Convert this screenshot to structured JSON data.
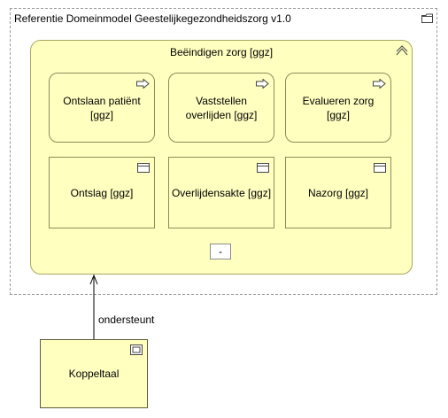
{
  "group": {
    "title": "Referentie Domeinmodel Geestelijkegezondheidszorg v1.0",
    "icon": "folder-icon"
  },
  "service": {
    "title": "Beëindigen zorg [ggz]",
    "icon": "service-icon"
  },
  "processes": [
    {
      "label": "Ontslaan patiënt [ggz]",
      "icon": "process-arrow-icon"
    },
    {
      "label": "Vaststellen overlijden [ggz]",
      "icon": "process-arrow-icon"
    },
    {
      "label": "Evalueren zorg [ggz]",
      "icon": "process-arrow-icon"
    }
  ],
  "objects": [
    {
      "label": "Ontslag [ggz]",
      "icon": "business-object-icon"
    },
    {
      "label": "Overlijdensakte [ggz]",
      "icon": "business-object-icon"
    },
    {
      "label": "Nazorg [ggz]",
      "icon": "business-object-icon"
    }
  ],
  "collapse_label": "-",
  "component": {
    "label": "Koppeltaal",
    "icon": "component-icon"
  },
  "relation": {
    "label": "ondersteunt"
  }
}
